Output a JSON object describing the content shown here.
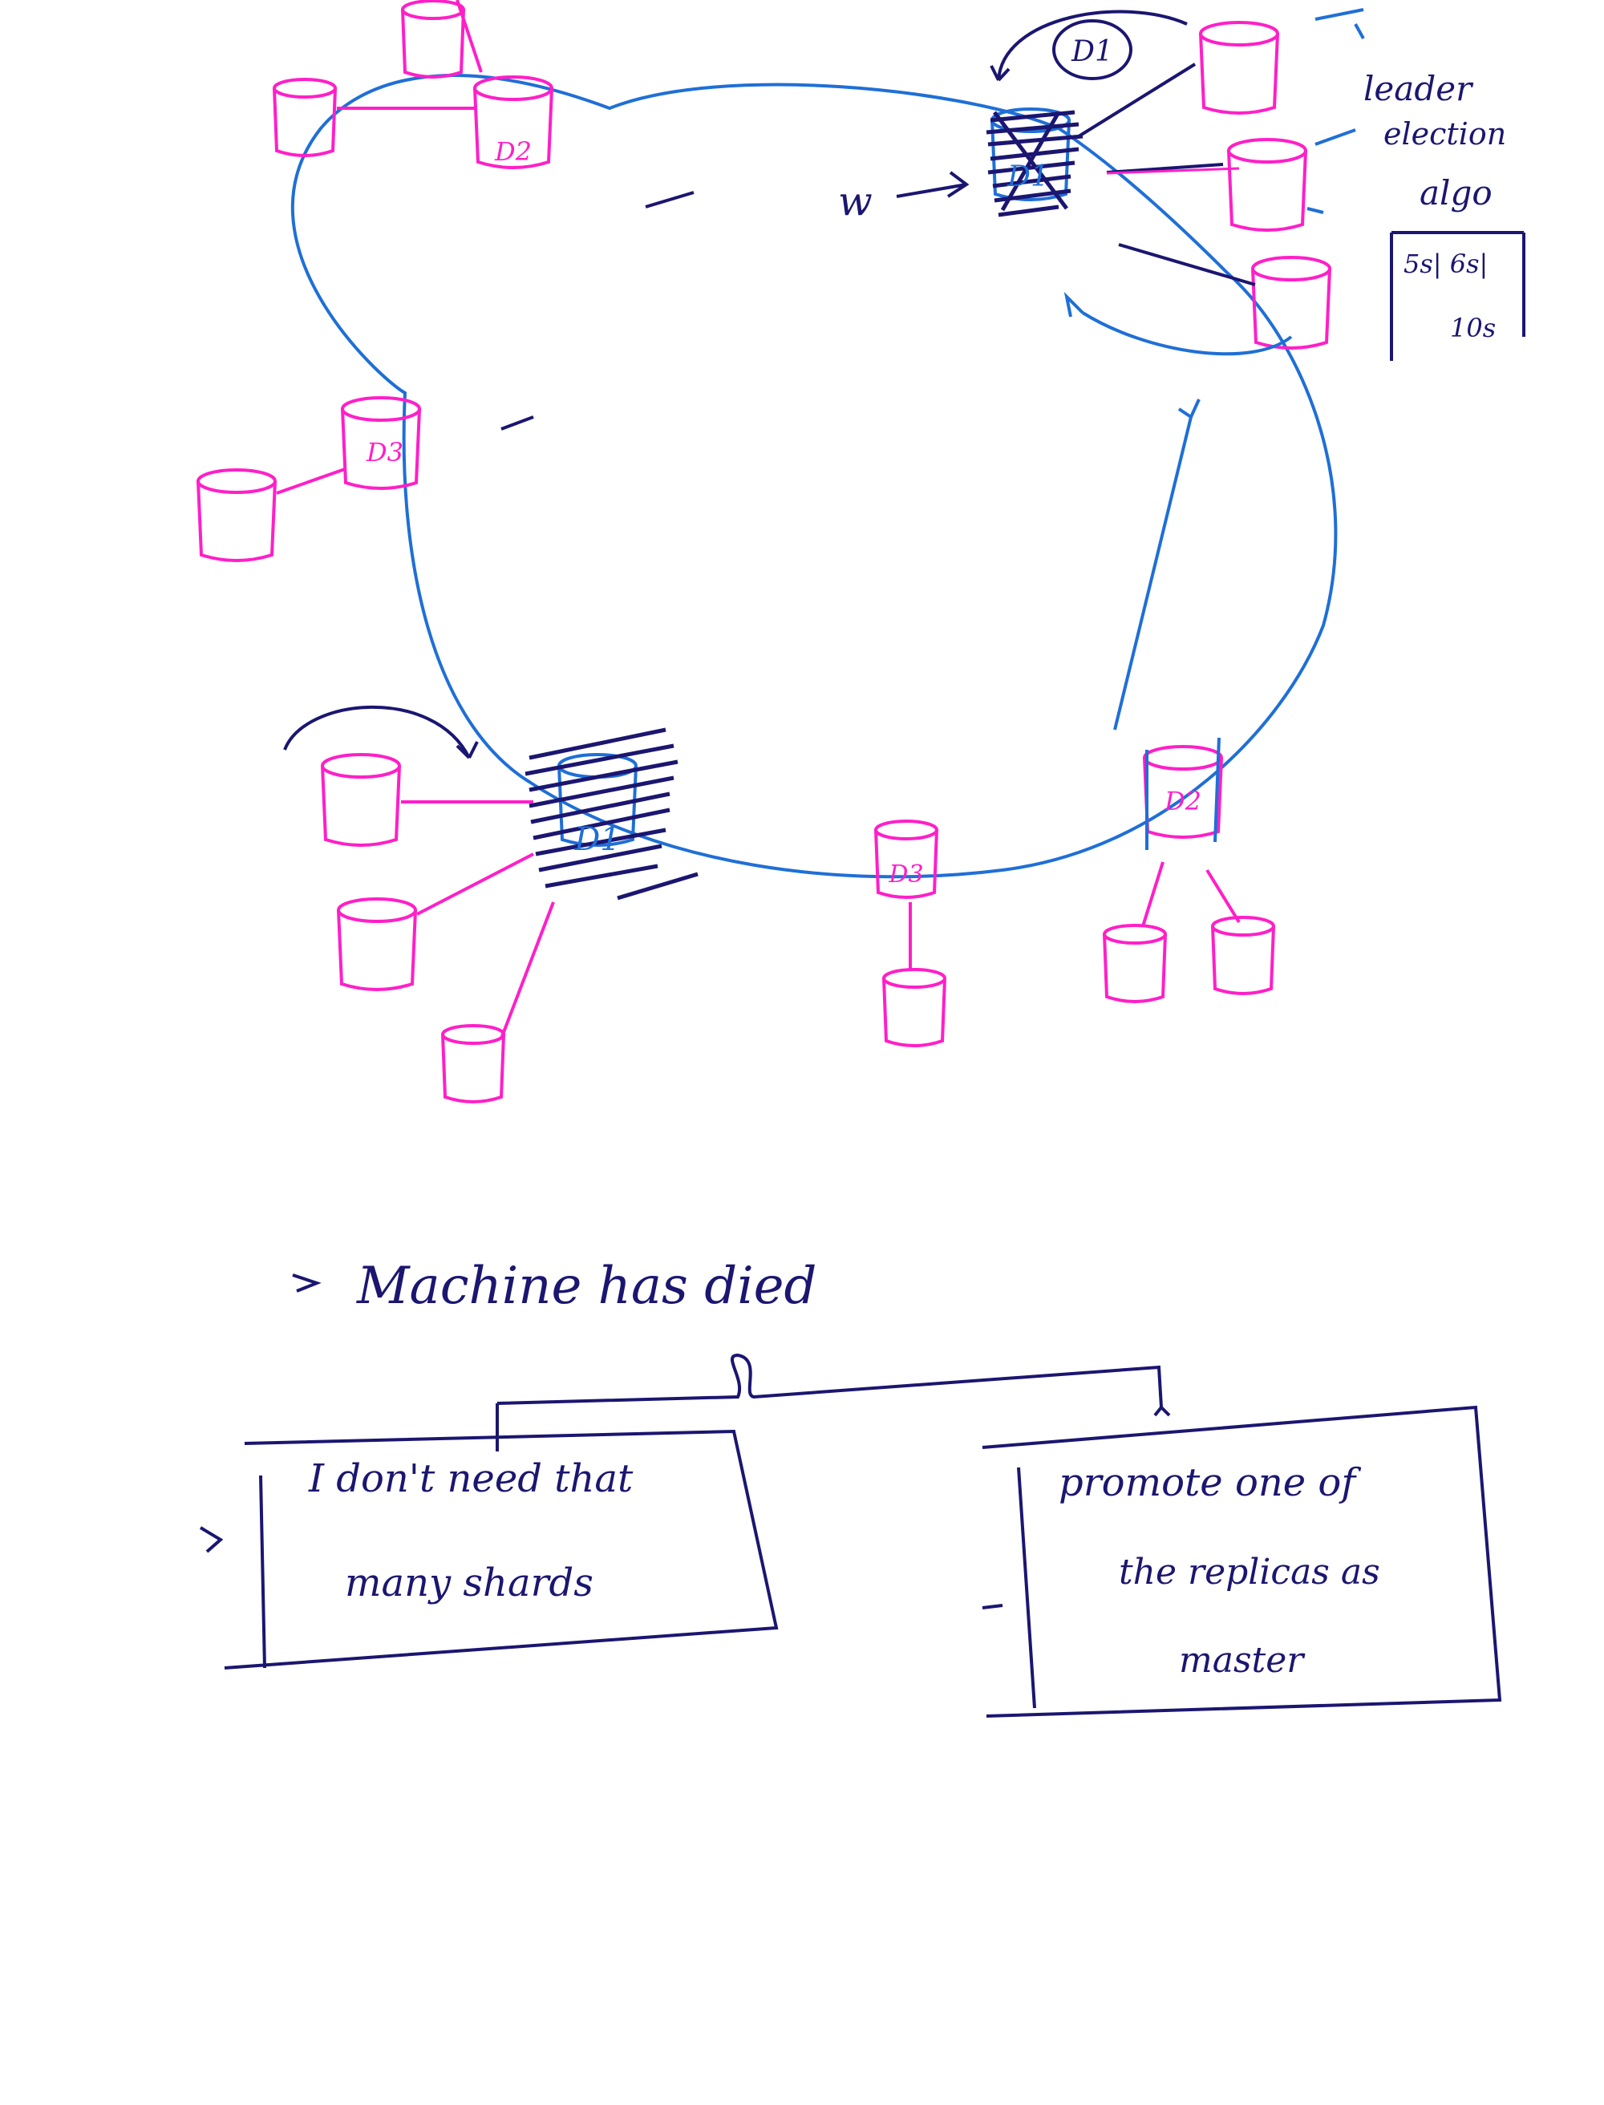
{
  "colors": {
    "ring": "#1f6fd6",
    "replica": "#ff1fc8",
    "ink": "#1b1670",
    "background": "#ffffff"
  },
  "labels": {
    "d1": "D1",
    "d2": "D2",
    "d3": "D3",
    "write": "w",
    "leader_election_line1": "leader",
    "leader_election_line2": "election",
    "leader_election_line3": "algo",
    "timeouts": "5s| 6s|",
    "timeout_10": "10s"
  },
  "notes": {
    "heading": "Machine has died",
    "option_left_line1": "I don't need that",
    "option_left_line2": "many shards",
    "option_right_line1": "promote one of",
    "option_right_line2": "the replicas as",
    "option_right_line3": "master"
  }
}
